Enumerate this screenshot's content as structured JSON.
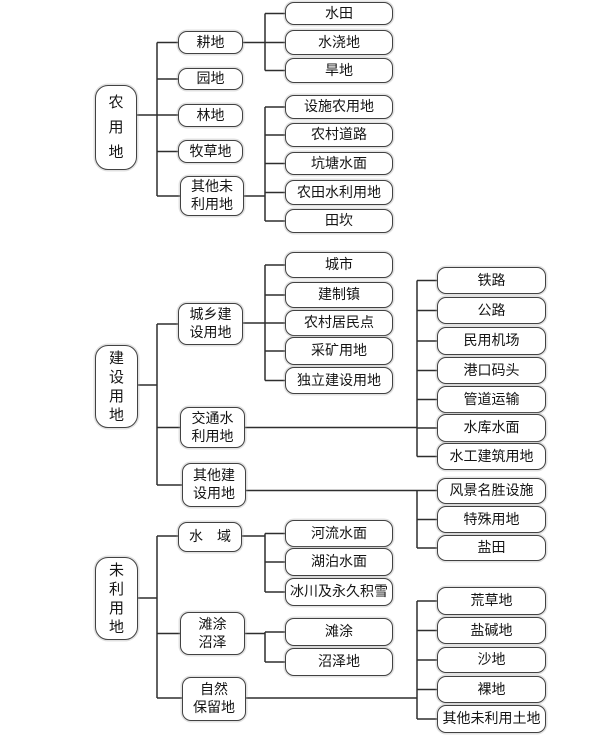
{
  "diagram": {
    "sections": [
      {
        "root": "农\n用\n地",
        "level2": [
          "耕地",
          "园地",
          "林地",
          "牧草地",
          "其他未\n利用地"
        ],
        "groups": [
          {
            "items": [
              "水田",
              "水浇地",
              "旱地"
            ]
          },
          {
            "items": [
              "设施农用地",
              "农村道路",
              "坑塘水面",
              "农田水利用地",
              "田坎"
            ]
          }
        ]
      },
      {
        "root": "建\n设\n用\n地",
        "level2": [
          "城乡建\n设用地",
          "交通水\n利用地",
          "其他建\n设用地"
        ],
        "groups": [
          {
            "items": [
              "城市",
              "建制镇",
              "农村居民点",
              "采矿用地",
              "独立建设用地"
            ]
          },
          {
            "items": [
              "铁路",
              "公路",
              "民用机场",
              "港口码头",
              "管道运输",
              "水库水面",
              "水工建筑用地"
            ]
          },
          {
            "items": [
              "风景名胜设施",
              "特殊用地",
              "盐田"
            ]
          }
        ]
      },
      {
        "root": "未\n利\n用\n地",
        "level2": [
          "水　域",
          "滩涂\n沼泽",
          "自然\n保留地"
        ],
        "groups": [
          {
            "items": [
              "河流水面",
              "湖泊水面",
              "冰川及永久积雪"
            ]
          },
          {
            "items": [
              "滩涂",
              "沼泽地"
            ]
          },
          {
            "items": [
              "荒草地",
              "盐碱地",
              "沙地",
              "裸地",
              "其他未利用土地"
            ]
          }
        ]
      }
    ],
    "line_color": "#2e2e2e",
    "border_color": "#424242"
  }
}
